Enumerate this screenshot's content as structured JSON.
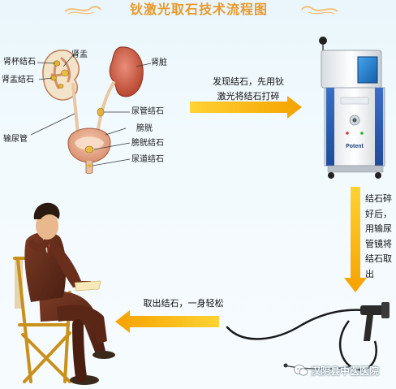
{
  "title": "钬激光取石技术流程图",
  "anatomy_labels": {
    "calyx_stone": "肾杯结石",
    "renal_pelvis": "肾盂",
    "pelvis_stone": "肾盂结石",
    "kidney": "肾脏",
    "ureter": "输尿管",
    "ureteral_stone": "尿管结石",
    "bladder": "膀胱",
    "bladder_stone": "膀胱结石",
    "urethral_stone": "尿道结石"
  },
  "steps": {
    "step1_line1": "发现结石，先用钬",
    "step1_line2": "激光将结石打碎",
    "step2_lines": [
      "结石碎",
      "好后，",
      "用输尿",
      "管镜将",
      "结石取",
      "出"
    ],
    "step3": "取出结石，一身轻松"
  },
  "machine": {
    "brand": "Potent"
  },
  "watermark": "汉阴县中医医院",
  "colors": {
    "arrow": "#f5a800",
    "title": "#e69a2e",
    "machine_panel": "#2f5fb3",
    "screen": "#1f7fd0"
  },
  "icons": [
    "wechat-logo-icon",
    "arrow-right-icon",
    "arrow-down-icon",
    "arrow-left-icon"
  ]
}
